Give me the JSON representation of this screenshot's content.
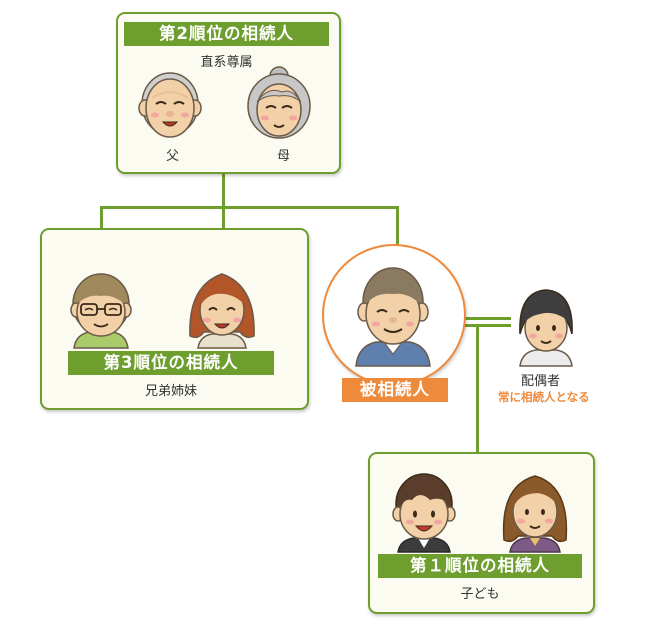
{
  "tier2": {
    "title": "第2順位の相続人",
    "subtitle": "直系尊属",
    "father": "父",
    "mother": "母"
  },
  "tier3": {
    "title": "第3順位の相続人",
    "subtitle": "兄弟姉妹"
  },
  "deceased": {
    "label": "被相続人"
  },
  "spouse": {
    "label": "配偶者",
    "note": "常に相続人となる"
  },
  "tier1": {
    "title": "第１順位の相続人",
    "subtitle": "子ども"
  },
  "colors": {
    "green": "#6e9e2e",
    "orange": "#ee8a3b",
    "box_bg": "#fbfbf1"
  },
  "icons": [
    "grandfather-icon",
    "grandmother-icon",
    "brother-icon",
    "sister-icon",
    "deceased-man-icon",
    "spouse-woman-icon",
    "son-icon",
    "daughter-icon"
  ]
}
